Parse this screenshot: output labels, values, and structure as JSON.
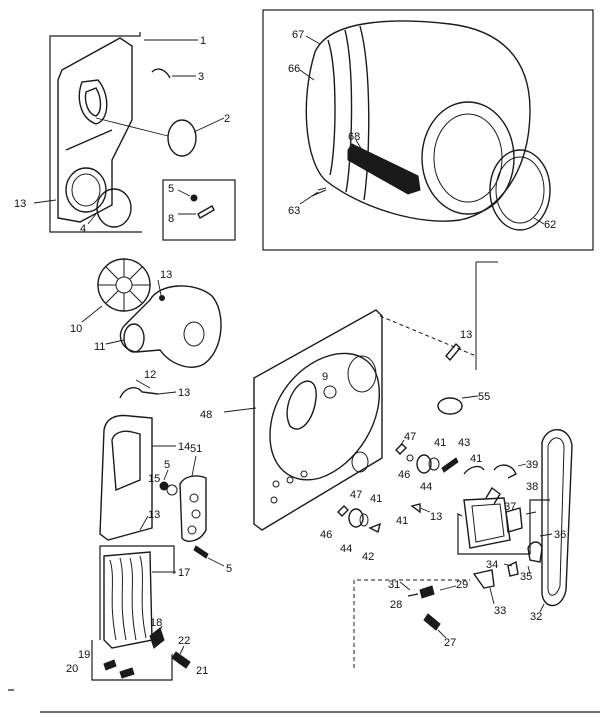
{
  "callouts": {
    "c1": "1",
    "c2": "2",
    "c3": "3",
    "c4": "4",
    "c5a": "5",
    "c8": "8",
    "c13a": "13",
    "c67": "67",
    "c66": "66",
    "c68": "68",
    "c63": "63",
    "c62": "62",
    "c13b": "13",
    "c10": "10",
    "c11": "11",
    "c12": "12",
    "c13c": "13",
    "c13d": "13",
    "c48": "48",
    "c9": "9",
    "c55": "55",
    "c14": "14",
    "c51": "51",
    "c15": "15",
    "c5b": "5",
    "c13e": "13",
    "c5c": "5",
    "c17": "17",
    "c18": "18",
    "c19": "19",
    "c20": "20",
    "c22": "22",
    "c21": "21",
    "c47a": "47",
    "c41a": "41",
    "c43": "43",
    "c46a": "46",
    "c44a": "44",
    "c41b": "41",
    "c39": "39",
    "c47b": "47",
    "c41c": "41",
    "c41d": "41",
    "c13f": "13",
    "c46b": "46",
    "c44b": "44",
    "c42": "42",
    "c38": "38",
    "c37": "37",
    "c36": "36",
    "c34": "34",
    "c35": "35",
    "c32": "32",
    "c33": "33",
    "c31": "31",
    "c29": "29",
    "c28": "28",
    "c27": "27"
  }
}
